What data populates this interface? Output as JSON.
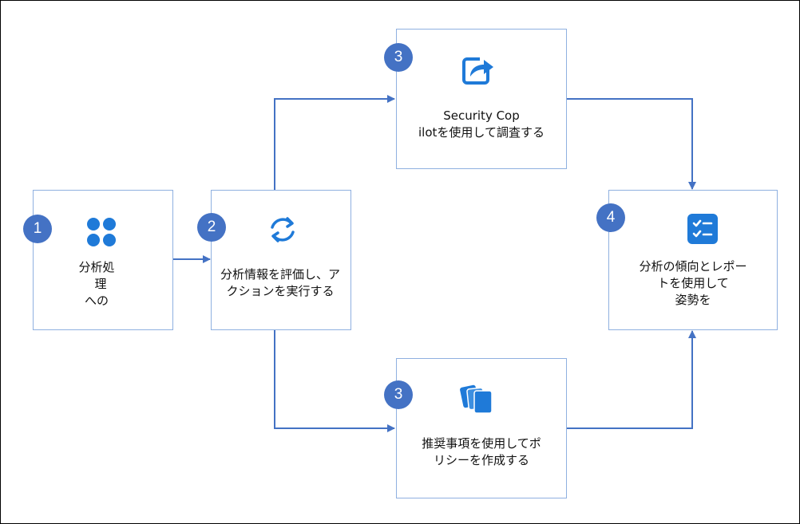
{
  "steps": {
    "s1": {
      "number": "1",
      "lines": [
        "分析処",
        "理",
        "への"
      ]
    },
    "s2": {
      "number": "2",
      "lines": [
        "分析情報を評価し、ア",
        "クションを実行する"
      ]
    },
    "s3_top": {
      "number": "3",
      "lines": [
        "Security Cop",
        "ilotを使用して調査する"
      ]
    },
    "s3_bottom": {
      "number": "3",
      "lines": [
        "推奨事項を使用してポ",
        "リシーを作成する"
      ]
    },
    "s4": {
      "number": "4",
      "lines": [
        "分析の傾向とレポー",
        "トを使用して",
        "姿勢を"
      ]
    }
  },
  "colors": {
    "accent": "#4472c4",
    "icon": "#1f7ad8",
    "box_border": "#8fb0e0",
    "connector": "#4472c4"
  },
  "icons": {
    "s1": "four-dots-icon",
    "s2": "refresh-icon",
    "s3_top": "share-arrow-icon",
    "s3_bottom": "stacked-cards-icon",
    "s4": "checklist-icon"
  }
}
